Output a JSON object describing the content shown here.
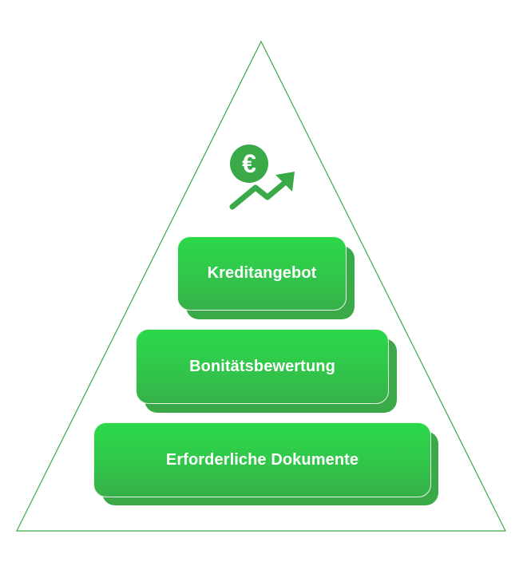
{
  "diagram": {
    "type": "pyramid",
    "colors": {
      "outline": "#3aaa48",
      "box_top": "#2cd84a",
      "box_bottom": "#37b04a",
      "box_shadow": "#3aaa48",
      "icon": "#3aaa48",
      "label_text": "#ffffff"
    },
    "icon": {
      "name": "euro-growth-chart-icon",
      "symbol": "€"
    },
    "levels": [
      {
        "label": "Kreditangebot"
      },
      {
        "label": "Bonitätsbewertung"
      },
      {
        "label": "Erforderliche Dokumente"
      }
    ]
  }
}
